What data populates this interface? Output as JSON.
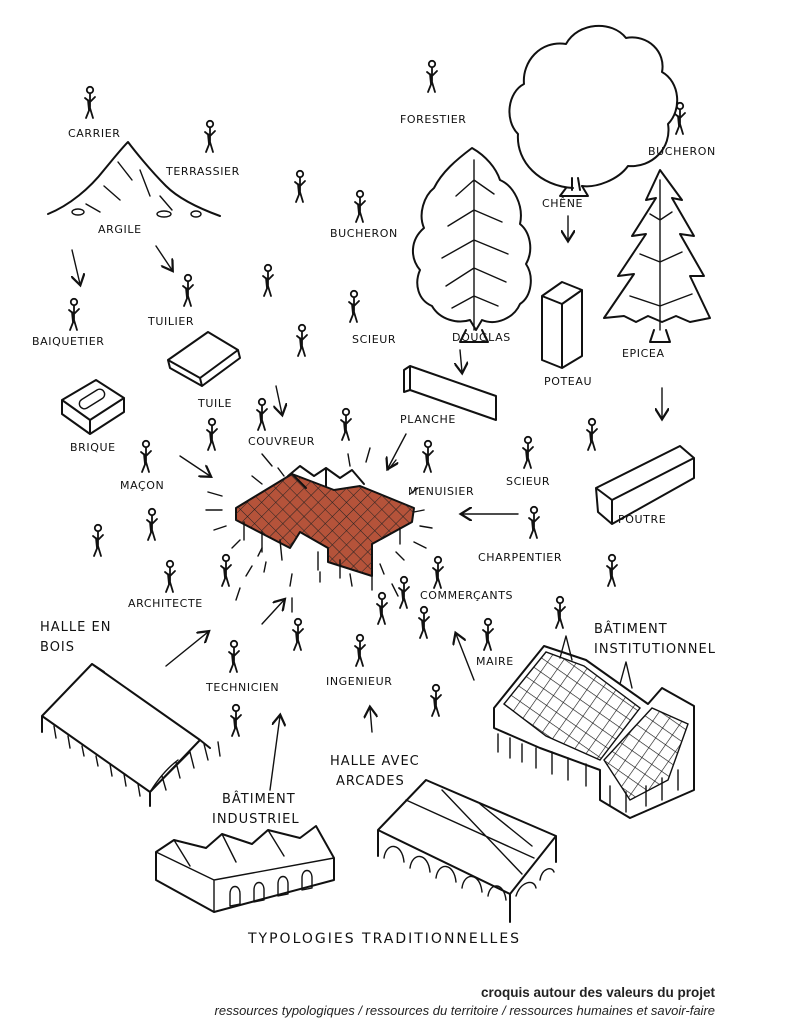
{
  "labels": {
    "carrier": "CARRIER",
    "terrassier": "TERRASSIER",
    "argile": "ARGILE",
    "forestier": "FORESTIER",
    "bucheron_top": "BUCHERON",
    "chene": "CHÊNE",
    "bucheron_mid": "BUCHERON",
    "douglas": "DOUGLAS",
    "epicea": "EPICEA",
    "poteau": "POTEAU",
    "tuilier": "TUILIER",
    "baiquetier": "BAIQUETIER",
    "scieur_1": "SCIEUR",
    "planche": "PLANCHE",
    "tuile": "TUILE",
    "couvreur": "COUVREUR",
    "brique": "BRIQUE",
    "macon": "MAÇON",
    "menuisier": "MENUISIER",
    "scieur_2": "SCIEUR",
    "poutre": "POUTRE",
    "charpentier": "CHARPENTIER",
    "architecte": "ARCHITECTE",
    "commercants": "COMMERÇANTS",
    "technicien": "TECHNICIEN",
    "ingenieur": "INGENIEUR",
    "maire": "MAIRE",
    "halle_bois": [
      "HALLE EN",
      "BOIS"
    ],
    "batiment_institutionnel": [
      "BÂTIMENT",
      "INSTITUTIONNEL"
    ],
    "batiment_industriel": [
      "BÂTIMENT",
      "INDUSTRIEL"
    ],
    "halle_arcades": [
      "HALLE AVEC",
      "ARCADES"
    ],
    "typologies": "TYPOLOGIES   TRADITIONNELLES"
  },
  "caption": {
    "title": "croquis autour des valeurs du projet",
    "subtitle": "ressources typologiques / ressources du territoire / ressources humaines et savoir-faire"
  },
  "colors": {
    "ink": "#111111",
    "roof_tiles": "#b5533a"
  }
}
